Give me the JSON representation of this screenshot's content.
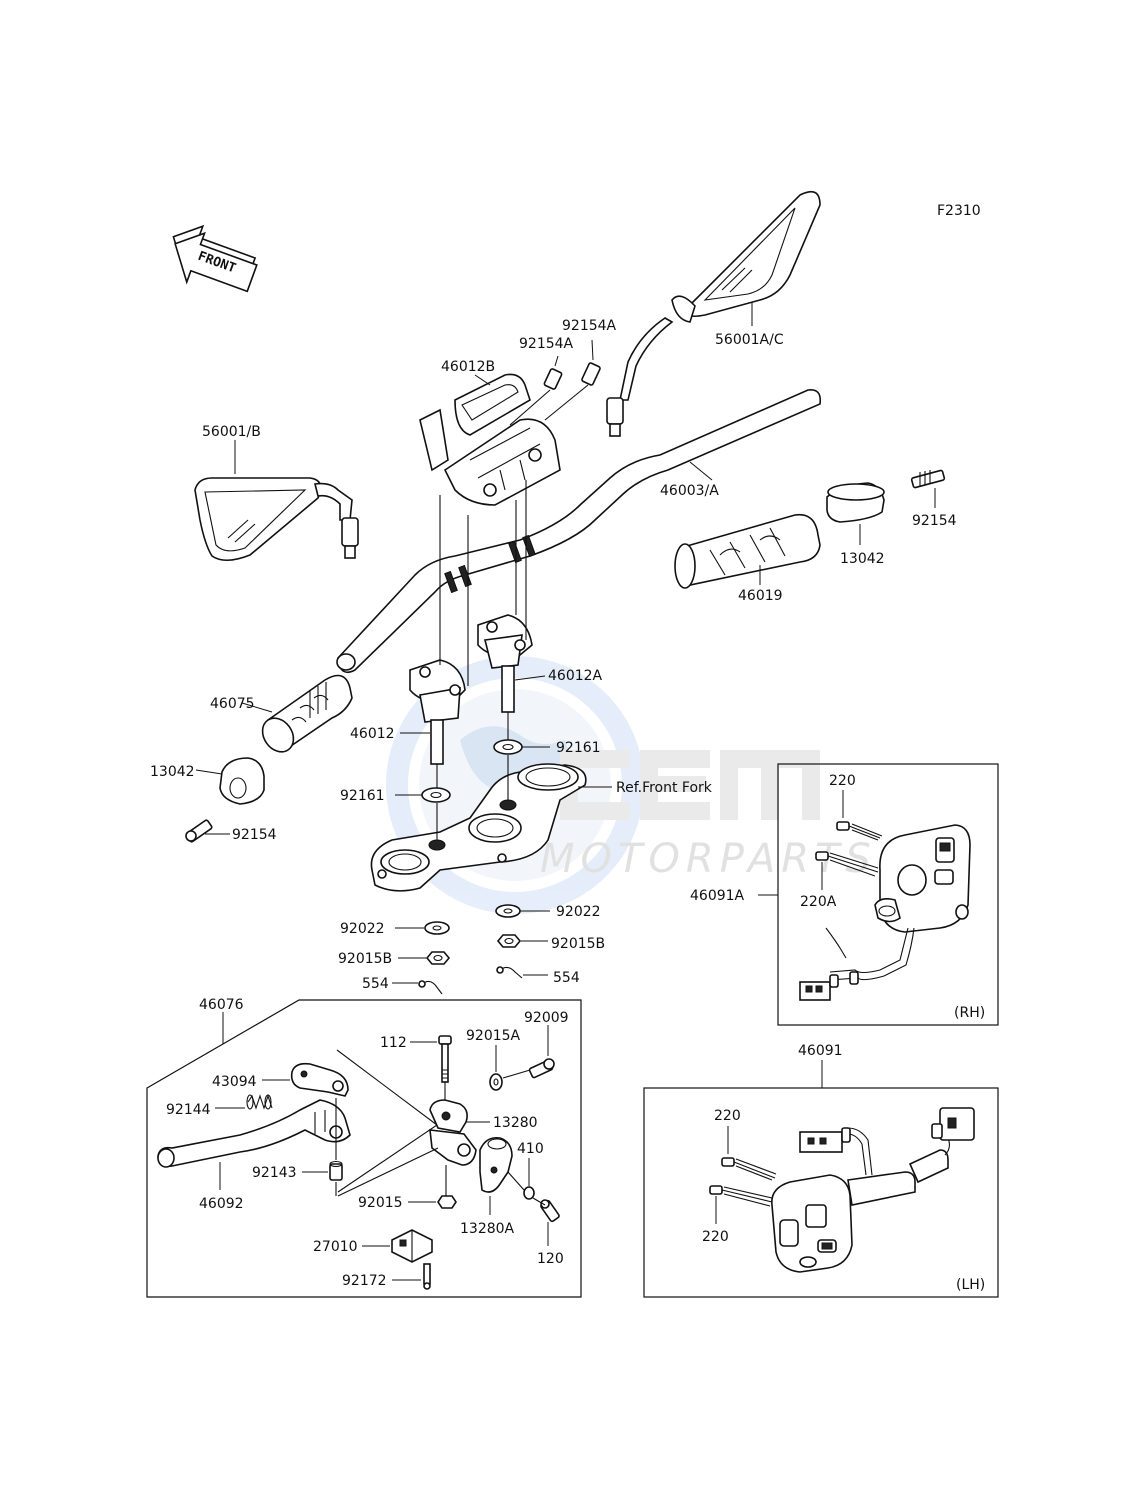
{
  "figure_code": "F2310",
  "front_arrow_text": "FRONT",
  "watermark": {
    "brand": "OEM",
    "sub": "MOTORPARTS"
  },
  "labels": {
    "mirror_right": "56001A/C",
    "mirror_left": "56001/B",
    "bolt_a1": "92154A",
    "bolt_a2": "92154A",
    "holder_upper": "46012B",
    "handlebar": "46003/A",
    "bolt_right_end": "92154",
    "weight_right": "13042",
    "grip_right": "46019",
    "holder_lower_right": "46012A",
    "grip_left": "46075",
    "holder_lower_left": "46012",
    "washer_right": "92161",
    "washer_left": "92161",
    "ref_front_fork": "Ref.Front Fork",
    "weight_left": "13042",
    "bolt_left_end": "92154",
    "washer_b_left": "92022",
    "washer_b_right": "92022",
    "nut_left": "92015B",
    "nut_right": "92015B",
    "pin_left": "554",
    "pin_right": "554",
    "lever_assy": "46076",
    "bolt_112": "112",
    "nut_92015A": "92015A",
    "screw_92009": "92009",
    "bracket_43094": "43094",
    "spring_92144": "92144",
    "holder_13280": "13280",
    "bush_410": "410",
    "collar_92143": "92143",
    "lever_46092": "46092",
    "nut_92015": "92015",
    "holder_13280A": "13280A",
    "bolt_120": "120",
    "switch_27010": "27010",
    "screw_92172": "92172",
    "switch_rh_no": "46091A",
    "screw_220_rh": "220",
    "screw_220A_rh": "220A",
    "switch_rh_tag": "(RH)",
    "switch_lh_no": "46091",
    "screw_220_lh_1": "220",
    "screw_220_lh_2": "220",
    "switch_lh_tag": "(LH)"
  }
}
